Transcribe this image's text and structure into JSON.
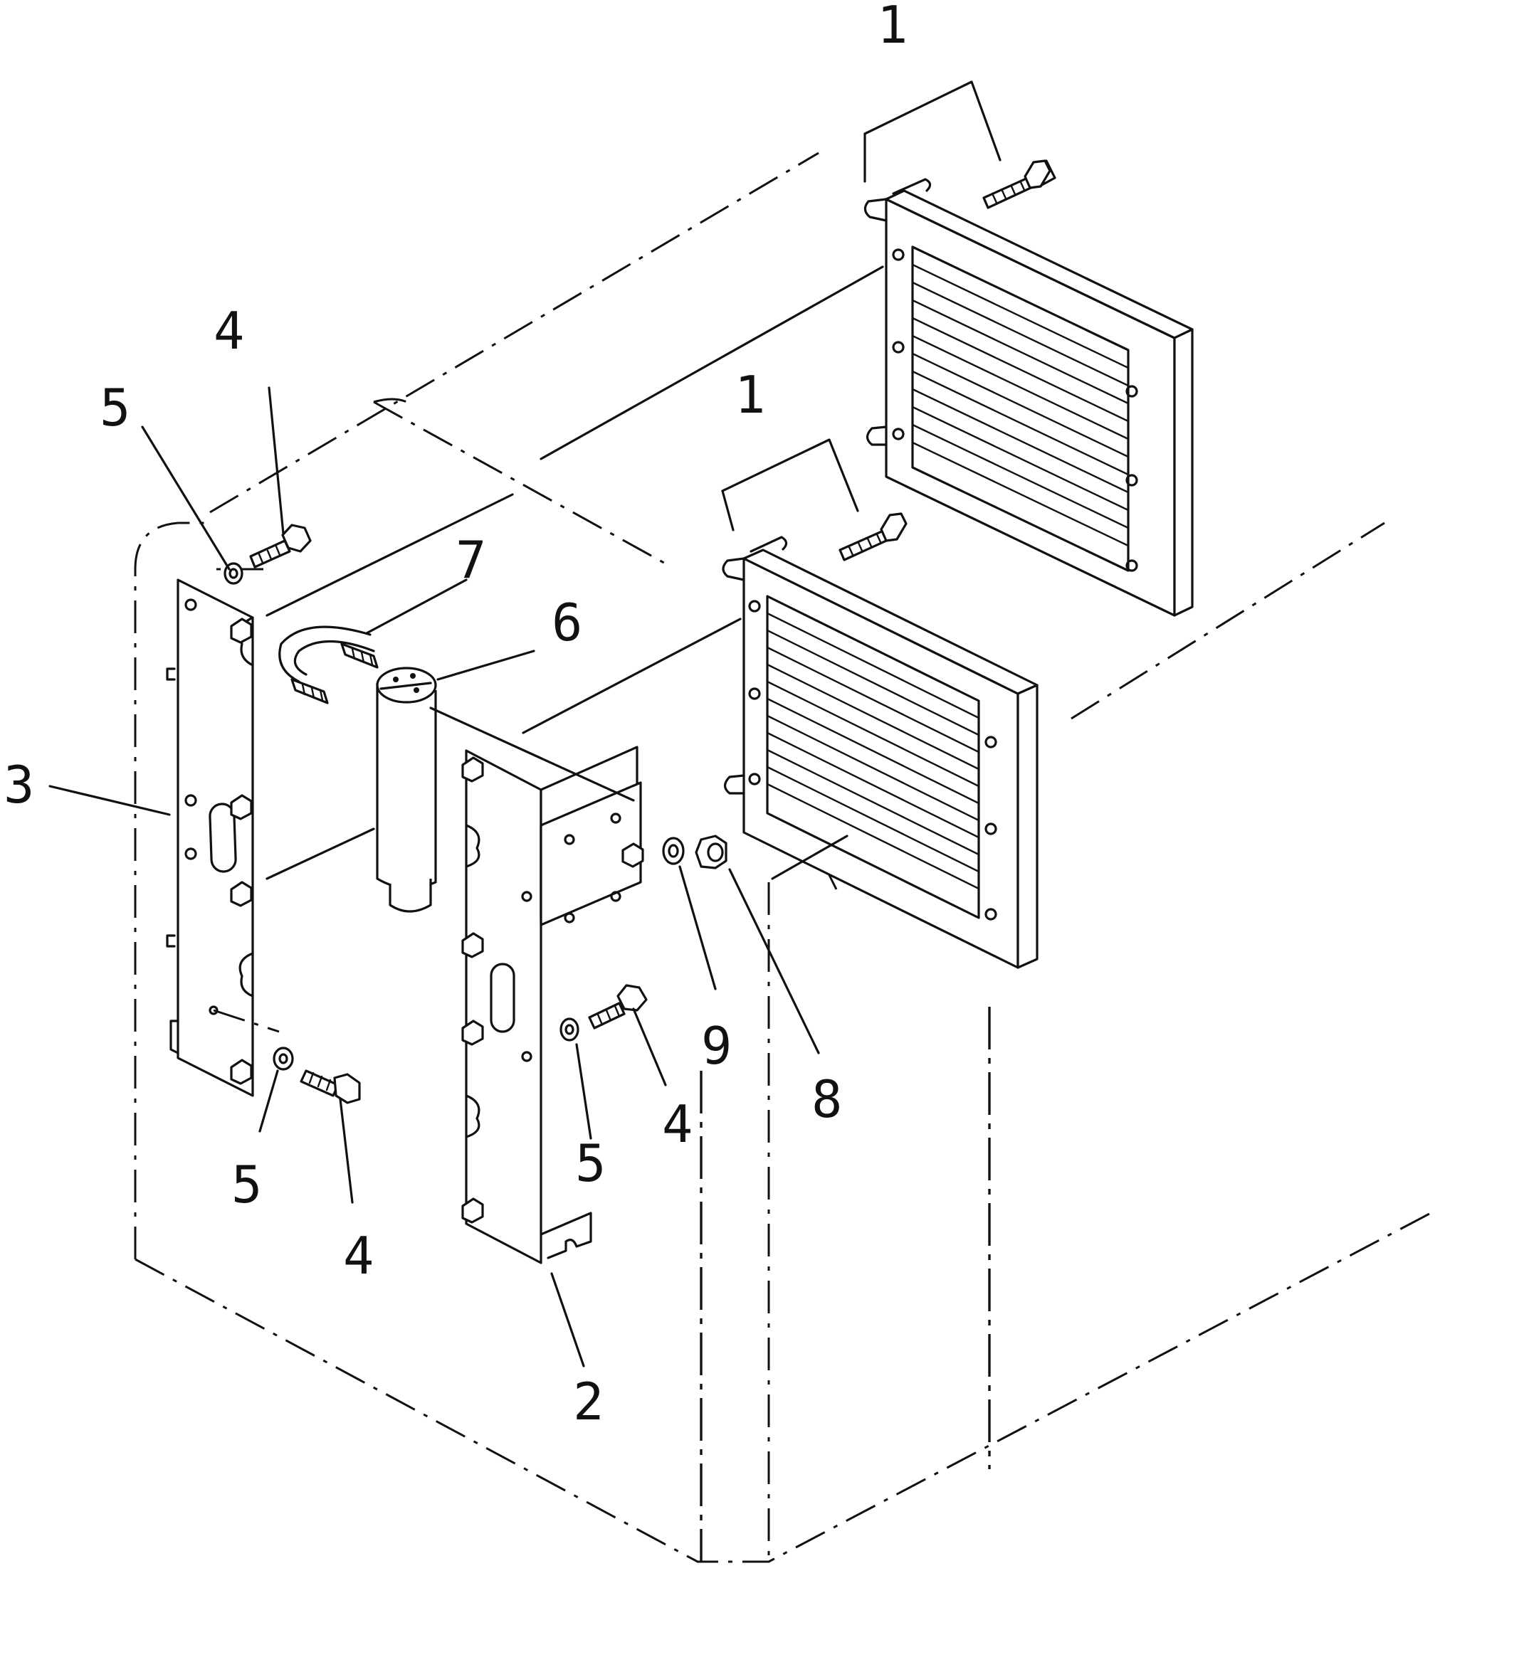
{
  "callouts": {
    "c1a": "1",
    "c1b": "1",
    "c2": "2",
    "c3": "3",
    "c4a": "4",
    "c4b": "4",
    "c4c": "4",
    "c5a": "5",
    "c5b": "5",
    "c5c": "5",
    "c6": "6",
    "c7": "7",
    "c8": "8",
    "c9": "9"
  }
}
